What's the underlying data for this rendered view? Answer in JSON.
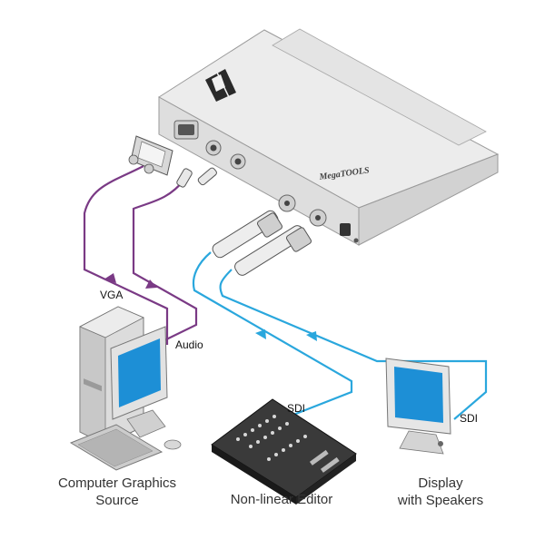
{
  "labels": {
    "vga": "VGA",
    "audio": "Audio",
    "sdi_editor": "SDI",
    "sdi_display": "SDI"
  },
  "captions": {
    "source_line1": "Computer Graphics",
    "source_line2": "Source",
    "editor": "Non-linear Editor",
    "display_line1": "Display",
    "display_line2": "with Speakers"
  },
  "device": {
    "brand_text": "MegaTOOLS"
  },
  "colors": {
    "vga_cable": "#7a3a85",
    "audio_cable": "#7a3a85",
    "sdi_cable": "#2aa7dd",
    "device_body": "#ececec",
    "screen_blue": "#1d8fd6"
  }
}
